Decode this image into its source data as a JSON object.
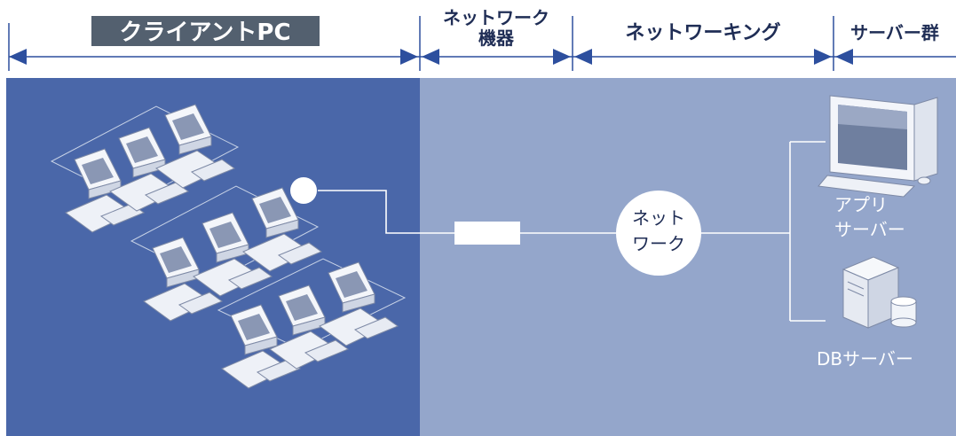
{
  "header": {
    "sections": [
      {
        "label": "クライアントPC"
      },
      {
        "label_line1": "ネットワーク",
        "label_line2": "機器"
      },
      {
        "label": "ネットワーキング"
      },
      {
        "label": "サーバー群"
      }
    ]
  },
  "network_node": {
    "line1": "ネット",
    "line2": "ワーク"
  },
  "servers": [
    {
      "line1": "アプリ",
      "line2": "サーバー"
    },
    {
      "line1": "DBサーバー"
    }
  ],
  "colors": {
    "client_panel": "#4a67a9",
    "network_panel": "#94a6cb",
    "axis": "#2d4f9e",
    "header_box": "#53606f",
    "label_text": "#1f2d55"
  },
  "icons": {
    "pc": "desktop-pc-icon",
    "app_server": "desktop-workstation-icon",
    "db_server": "tower-server-icon",
    "database": "database-cylinder-icon"
  }
}
